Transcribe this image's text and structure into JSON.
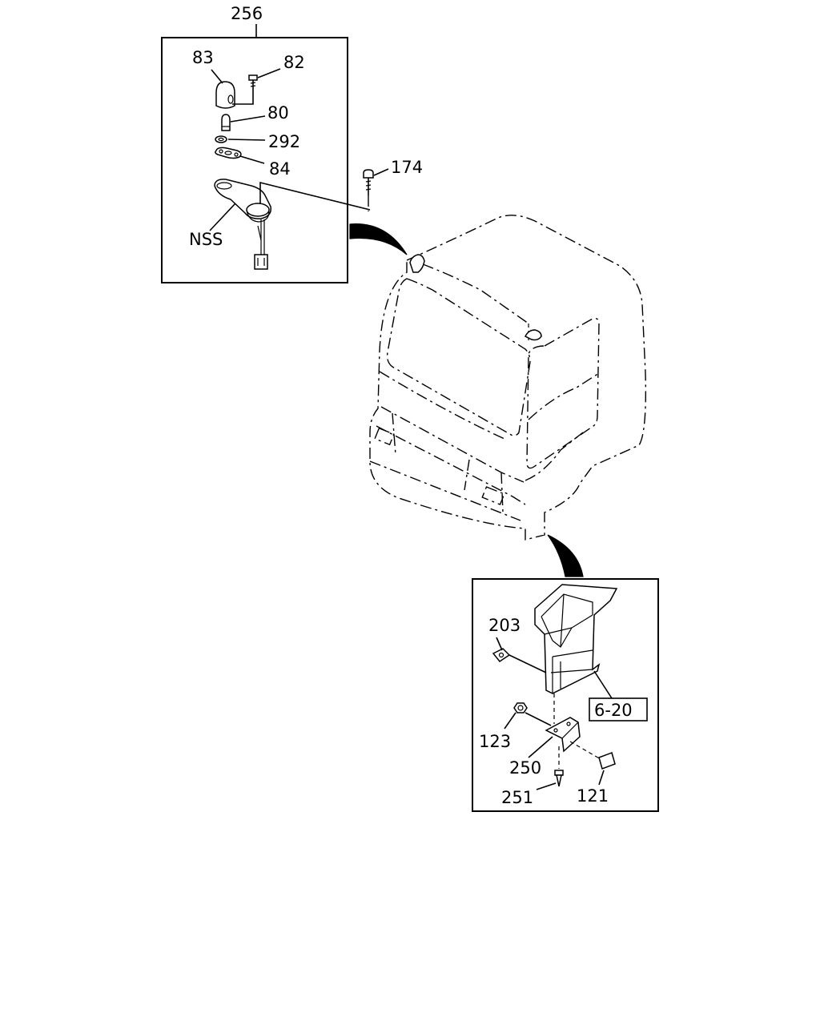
{
  "labels": {
    "p256": "256",
    "p83": "83",
    "p82": "82",
    "p80": "80",
    "p292": "292",
    "p84": "84",
    "p174": "174",
    "nss": "NSS",
    "p203": "203",
    "ref620": "6-20",
    "p123": "123",
    "p250": "250",
    "p251": "251",
    "p121": "121"
  }
}
